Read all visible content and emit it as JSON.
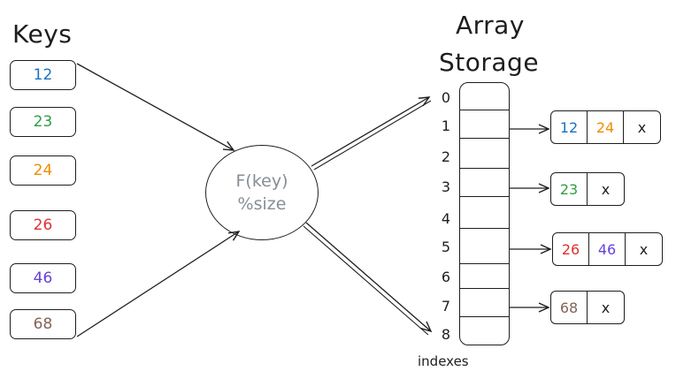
{
  "titles": {
    "keys": "Keys",
    "array_line1": "Array",
    "array_line2": "Storage"
  },
  "keys": [
    {
      "label": "12",
      "color": "#1971c2"
    },
    {
      "label": "23",
      "color": "#2f9e44"
    },
    {
      "label": "24",
      "color": "#f08c00"
    },
    {
      "label": "26",
      "color": "#e03131"
    },
    {
      "label": "46",
      "color": "#6741d9"
    },
    {
      "label": "68",
      "color": "#846358"
    }
  ],
  "hash_function": {
    "line1": "F(key)",
    "line2": "%size"
  },
  "indexes": [
    "0",
    "1",
    "2",
    "3",
    "4",
    "5",
    "6",
    "7",
    "8"
  ],
  "indexes_caption": "indexes",
  "chains": [
    {
      "index": "1",
      "cells": [
        {
          "text": "12",
          "color": "#1971c2"
        },
        {
          "text": "24",
          "color": "#f08c00"
        },
        {
          "text": "x",
          "color": "#1e1e1e"
        }
      ]
    },
    {
      "index": "3",
      "cells": [
        {
          "text": "23",
          "color": "#2f9e44"
        },
        {
          "text": "x",
          "color": "#1e1e1e"
        }
      ]
    },
    {
      "index": "5",
      "cells": [
        {
          "text": "26",
          "color": "#e03131"
        },
        {
          "text": "46",
          "color": "#6741d9"
        },
        {
          "text": "x",
          "color": "#1e1e1e"
        }
      ]
    },
    {
      "index": "7",
      "cells": [
        {
          "text": "68",
          "color": "#846358"
        },
        {
          "text": "x",
          "color": "#1e1e1e"
        }
      ]
    }
  ]
}
